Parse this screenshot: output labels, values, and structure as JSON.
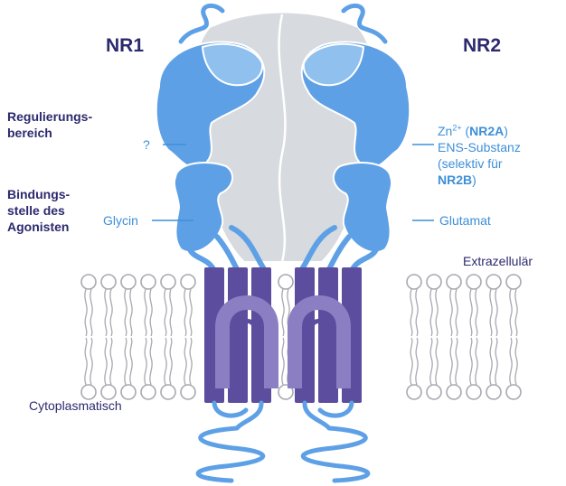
{
  "titles": {
    "left": "NR1",
    "right": "NR2"
  },
  "left_labels": {
    "regulatory_line1": "Regulierungs-",
    "regulatory_line2": "bereich",
    "binding_line1": "Bindungs-",
    "binding_line2": "stelle des",
    "binding_line3": "Agonisten",
    "unknown_site": "?",
    "glycine": "Glycin",
    "cytoplasmic": "Cytoplasmatisch"
  },
  "right_labels": {
    "zinc_prefix": "Zn",
    "zinc_superscript": "2+",
    "zinc_open_paren": " (",
    "zinc_subunit": "NR2A",
    "zinc_close_paren": ")",
    "ens_line1": "ENS-Substanz",
    "ens_line2": "(selektiv für",
    "ens_subunit": "NR2B",
    "ens_close_paren": ")",
    "glutamate": "Glutamat",
    "extracellular": "Extrazellulär"
  },
  "colors": {
    "domain_blue": "#5ea0e6",
    "domain_blue_light": "#8fc0ee",
    "center_gray": "#d7dade",
    "membrane_dark": "#5c4d9e",
    "membrane_light": "#8c7ec2",
    "label_dark": "#2c2a6e",
    "label_blue": "#3d8fd8"
  }
}
